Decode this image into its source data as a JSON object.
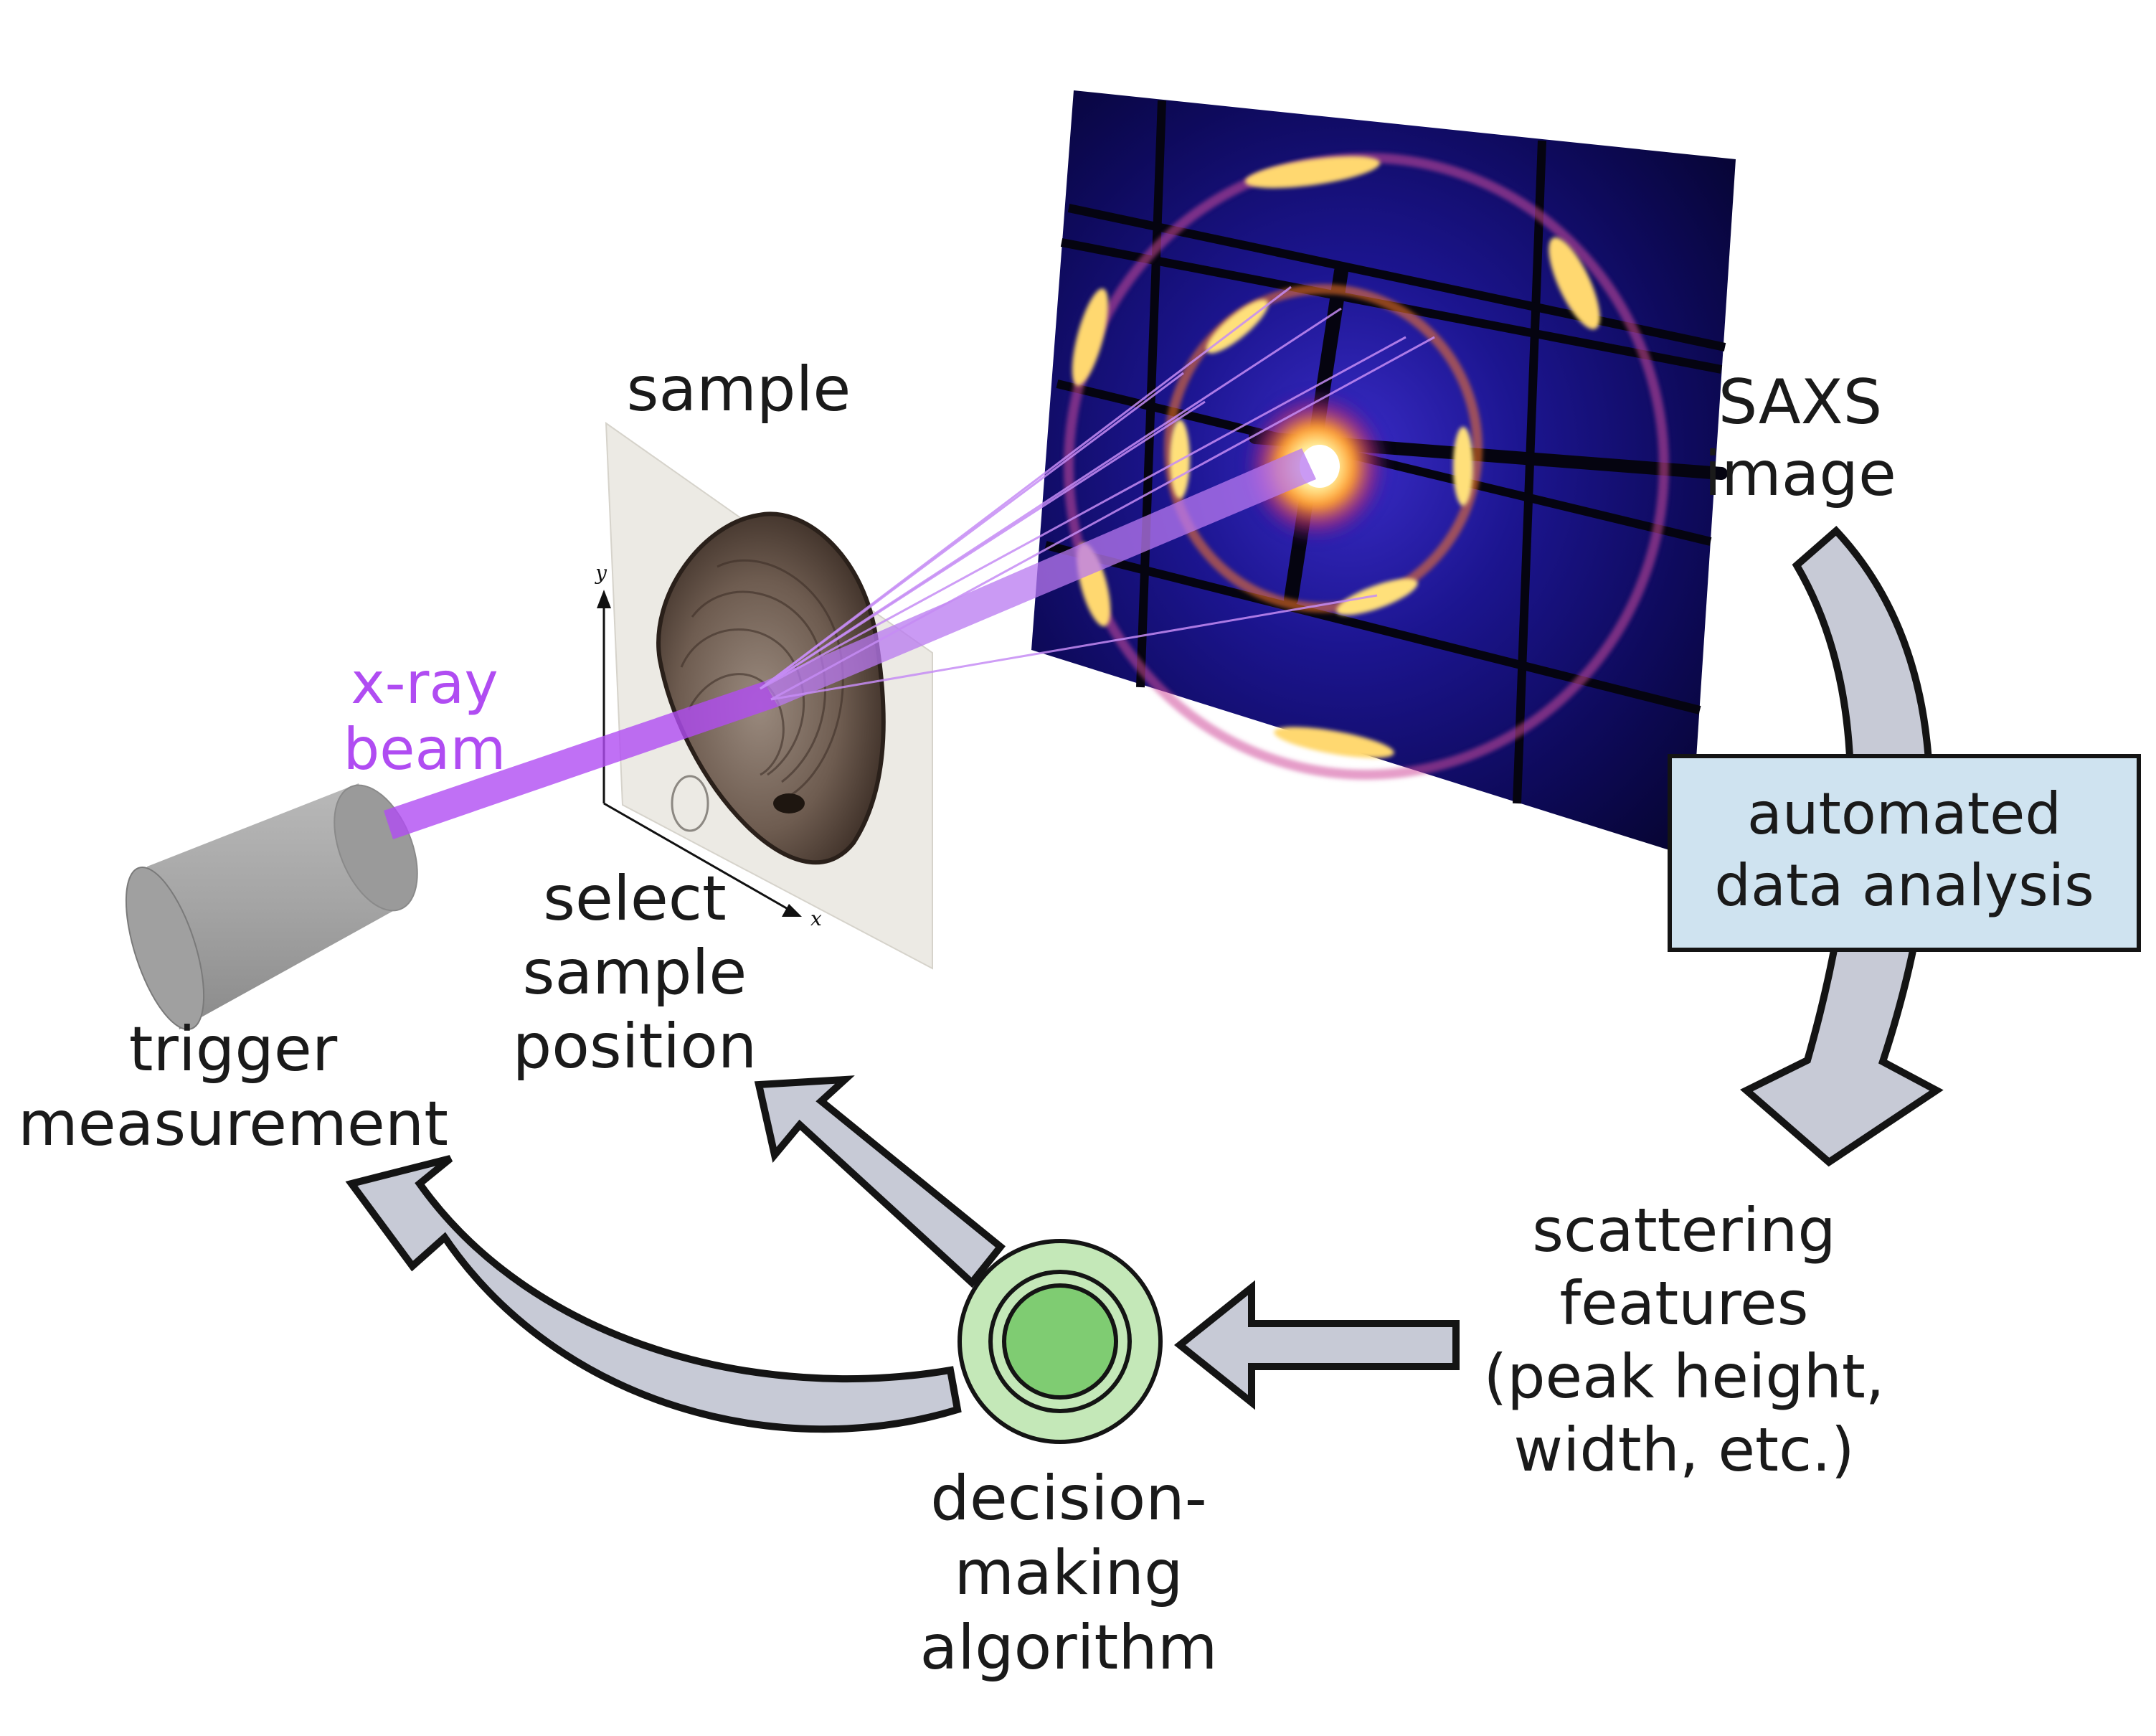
{
  "labels": {
    "sample": "sample",
    "saxs_image": [
      "SAXS",
      "image"
    ],
    "xray_beam": [
      "x-ray",
      "beam"
    ],
    "select_position": [
      "select",
      "sample",
      "position"
    ],
    "trigger": [
      "trigger",
      "measurement"
    ],
    "analysis": [
      "automated",
      "data analysis"
    ],
    "features": [
      "scattering",
      "features",
      "(peak height,",
      "width, etc.)"
    ],
    "decision": [
      "decision-",
      "making",
      "algorithm"
    ],
    "axis_x": "x",
    "axis_y": "y"
  },
  "colors": {
    "beam": "#b04cf2",
    "arrow_fill": "#c7cad6",
    "analysis_box": "#cfe3f0",
    "decision_outer": "#c4e8b8",
    "decision_inner": "#7fcc72",
    "detector_bg": "#0a0840",
    "ring_color": "#ff9d3a"
  },
  "icons": {
    "source": "x-ray-source-cylinder-icon",
    "decision": "target-circle-icon"
  }
}
